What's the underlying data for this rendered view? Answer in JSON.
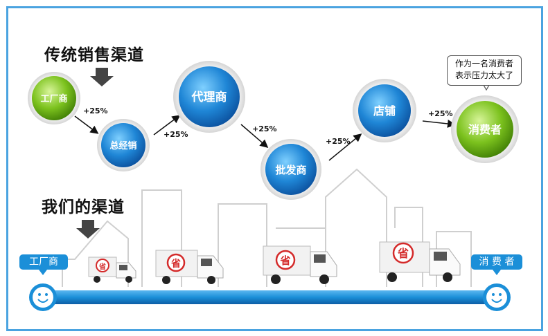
{
  "titles": {
    "traditional": "传统销售渠道",
    "ours": "我们的渠道"
  },
  "traditional_nodes": [
    {
      "id": "factory",
      "label": "工厂商",
      "color": "green"
    },
    {
      "id": "general",
      "label": "总经销",
      "color": "blue"
    },
    {
      "id": "agent",
      "label": "代理商",
      "color": "blue"
    },
    {
      "id": "wholesale",
      "label": "批发商",
      "color": "blue"
    },
    {
      "id": "store",
      "label": "店铺",
      "color": "blue"
    },
    {
      "id": "consumer",
      "label": "消费者",
      "color": "green"
    }
  ],
  "markups": [
    "+25%",
    "+25%",
    "+25%",
    "+25%",
    "+25%"
  ],
  "speech_bubble": "作为一名消费者\n表示压力太大了",
  "our_channel": {
    "start_label": "工厂商",
    "end_label": "消 费 者",
    "truck_mark": "省"
  },
  "colors": {
    "frame": "#4aa3e0",
    "blue_node": "#1f86d6",
    "green_node": "#7cc21e",
    "road": "#1b8fd8"
  }
}
